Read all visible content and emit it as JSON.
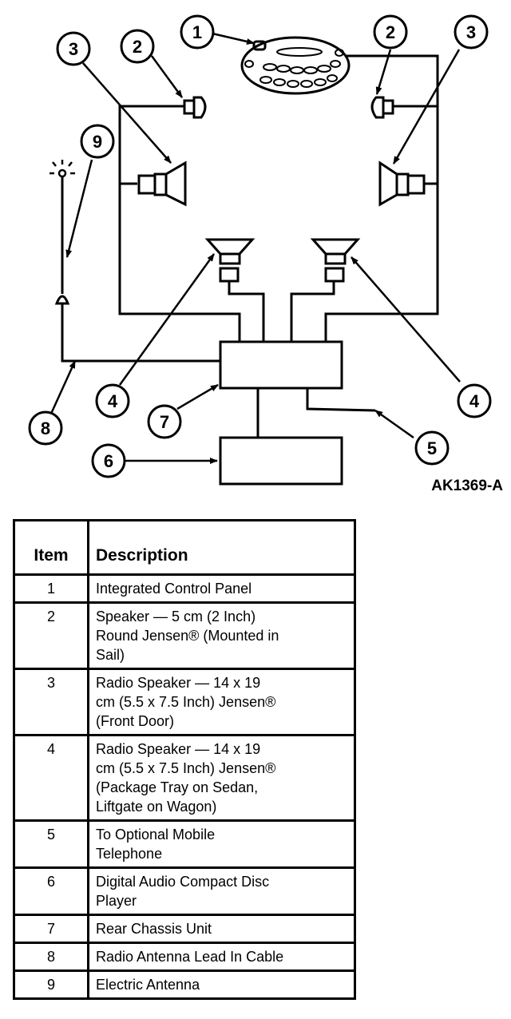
{
  "figure_id": "AK1369-A",
  "callouts": [
    "1",
    "2",
    "2",
    "3",
    "3",
    "4",
    "4",
    "5",
    "6",
    "7",
    "8",
    "9"
  ],
  "legend": {
    "headers": {
      "item": "Item",
      "description": "Description"
    },
    "rows": [
      {
        "item": "1",
        "lines": [
          "Integrated Control Panel"
        ]
      },
      {
        "item": "2",
        "lines": [
          "Speaker — 5 cm (2 Inch)",
          "Round Jensen® (Mounted in",
          "Sail)"
        ]
      },
      {
        "item": "3",
        "lines": [
          "Radio Speaker  — 14 x 19",
          "cm (5.5 x 7.5 Inch) Jensen®",
          "(Front Door)"
        ]
      },
      {
        "item": "4",
        "lines": [
          "Radio Speaker  — 14 x 19",
          "cm (5.5 x 7.5 Inch) Jensen®",
          "(Package Tray on Sedan,",
          "Liftgate on Wagon)"
        ]
      },
      {
        "item": "5",
        "lines": [
          "To Optional Mobile",
          "Telephone"
        ]
      },
      {
        "item": "6",
        "lines": [
          "Digital Audio Compact Disc",
          "Player"
        ]
      },
      {
        "item": "7",
        "lines": [
          "Rear Chassis Unit"
        ]
      },
      {
        "item": "8",
        "lines": [
          "Radio Antenna Lead In Cable"
        ]
      },
      {
        "item": "9",
        "lines": [
          "Electric Antenna"
        ]
      }
    ]
  }
}
